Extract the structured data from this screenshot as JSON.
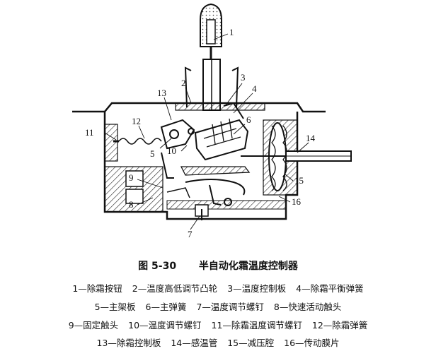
{
  "figure": {
    "number": "图 5-30",
    "title": "半自动化霜温度控制器"
  },
  "callouts": [
    "1",
    "2",
    "3",
    "4",
    "5",
    "6",
    "7",
    "8",
    "9",
    "10",
    "11",
    "12",
    "13",
    "14",
    "15",
    "16"
  ],
  "legend_rows": [
    [
      "1—除霜按钮",
      "2—温度高低调节凸轮",
      "3—温度控制板",
      "4—除霜平衡弹簧"
    ],
    [
      "5—主架板",
      "6—主弹簧",
      "7—温度调节螺钉",
      "8—快速活动触头"
    ],
    [
      "9—固定触头",
      "10—温度调节螺钉",
      "11—除霜温度调节螺钉",
      "12—除霜弹簧"
    ],
    [
      "13—除霜控制板",
      "14—感温管",
      "15—减压腔",
      "16—传动膜片"
    ]
  ]
}
